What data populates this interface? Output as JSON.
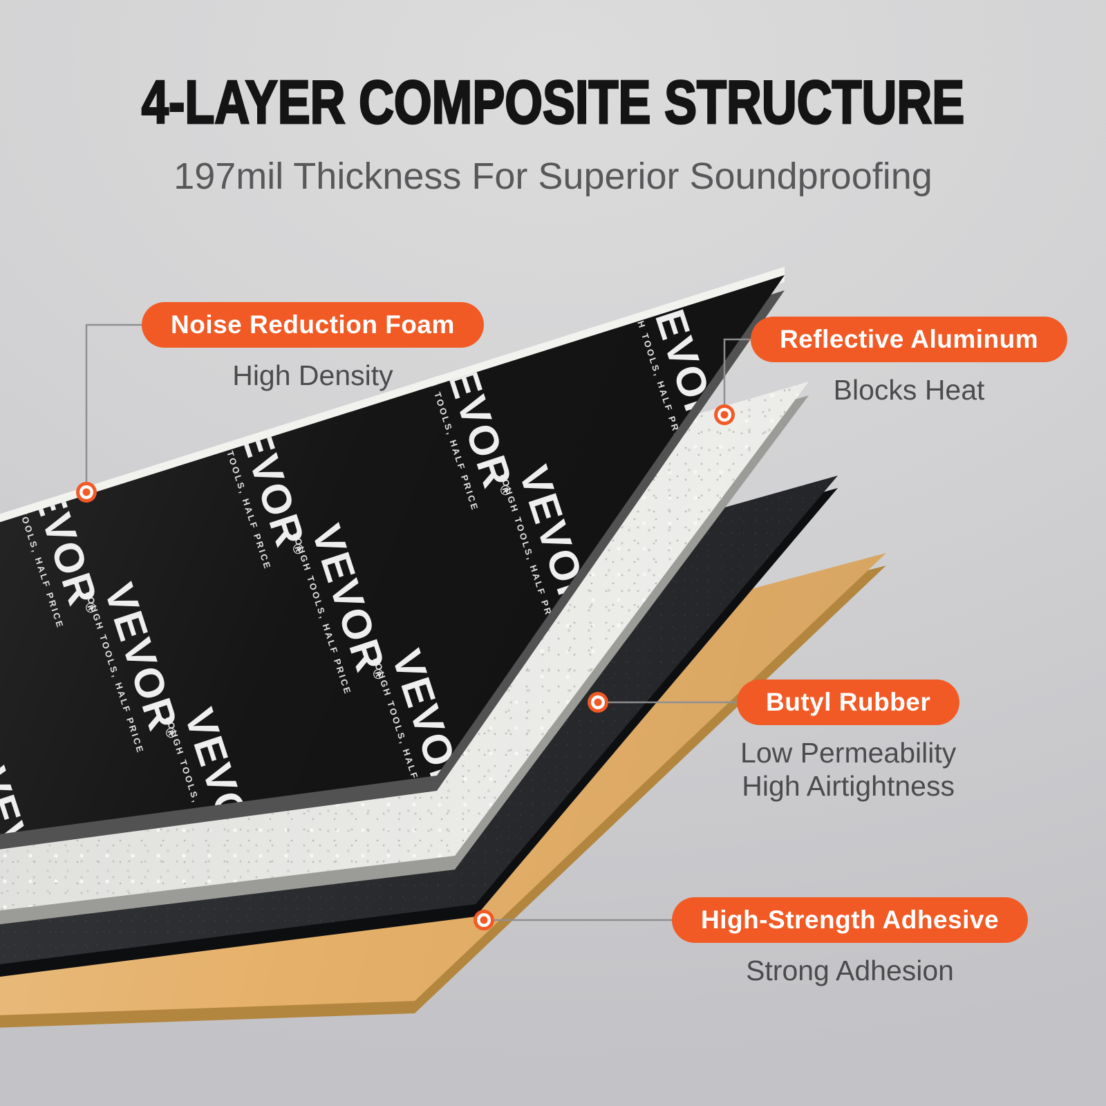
{
  "title": "4-LAYER COMPOSITE STRUCTURE",
  "subtitle": "197mil Thickness For Superior Soundproofing",
  "brand": {
    "name": "VEVOR",
    "reg": "®",
    "tagline": "TOUGH TOOLS, HALF PRICE"
  },
  "colors": {
    "accent": "#f15a24",
    "connector": "#8f8f90",
    "title": "#141414",
    "subtitle": "#58585a",
    "sublabel": "#4b4b4e",
    "foam": "#151515",
    "aluminum": "#e9e9e6",
    "butyl": "#24262a",
    "adhesive": "#e5b069",
    "background": "#cfcfd2"
  },
  "callouts": {
    "foam": {
      "label": "Noise Reduction Foam",
      "sub": [
        "High Density"
      ]
    },
    "aluminum": {
      "label": "Reflective Aluminum",
      "sub": [
        "Blocks Heat"
      ]
    },
    "butyl": {
      "label": "Butyl Rubber",
      "sub": [
        "Low Permeability",
        "High Airtightness"
      ]
    },
    "adhesive": {
      "label": "High-Strength Adhesive",
      "sub": [
        "Strong Adhesion"
      ]
    }
  }
}
